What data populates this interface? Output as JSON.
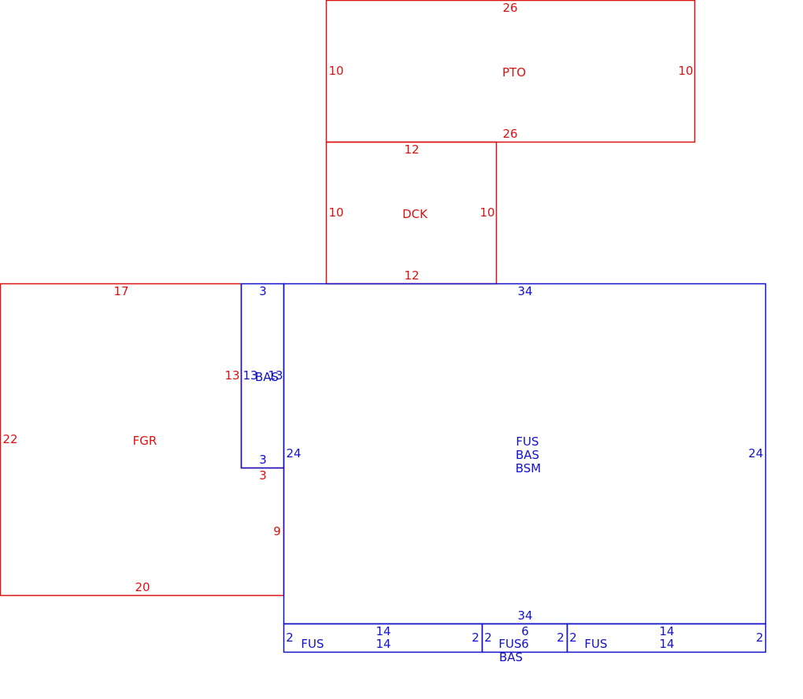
{
  "colors": {
    "red": "#dd1111",
    "blue": "#1111cc"
  },
  "areas": {
    "pto": "PTO",
    "dck": "DCK",
    "fgr": "FGR",
    "bas_small": "BAS",
    "main_fus": "FUS",
    "main_bas": "BAS",
    "main_bsm": "BSM",
    "bay1_fus": "FUS",
    "bay2_fus": "FUS",
    "bay2_bas": "BAS",
    "bay3_fus": "FUS"
  },
  "dims": {
    "pto_top": "26",
    "pto_bottom": "26",
    "pto_left": "10",
    "pto_right": "10",
    "dck_top": "12",
    "dck_bottom": "12",
    "dck_left": "10",
    "dck_right": "10",
    "fgr_top": "17",
    "fgr_left": "22",
    "fgr_bottom": "20",
    "fgr_inner_13": "13",
    "fgr_step_3": "3",
    "fgr_right_9": "9",
    "bas_top": "3",
    "bas_left": "13",
    "bas_right": "13",
    "bas_bottom": "3",
    "main_top": "34",
    "main_left": "24",
    "main_right": "24",
    "main_bottom": "34",
    "bay1_left": "2",
    "bay1_top": "14",
    "bay1_bottom": "14",
    "bay1_right": "2",
    "bay2_left": "2",
    "bay2_top": "6",
    "bay2_bottom": "6",
    "bay2_right": "2",
    "bay3_left": "2",
    "bay3_top": "14",
    "bay3_bottom": "14",
    "bay3_right": "2"
  }
}
